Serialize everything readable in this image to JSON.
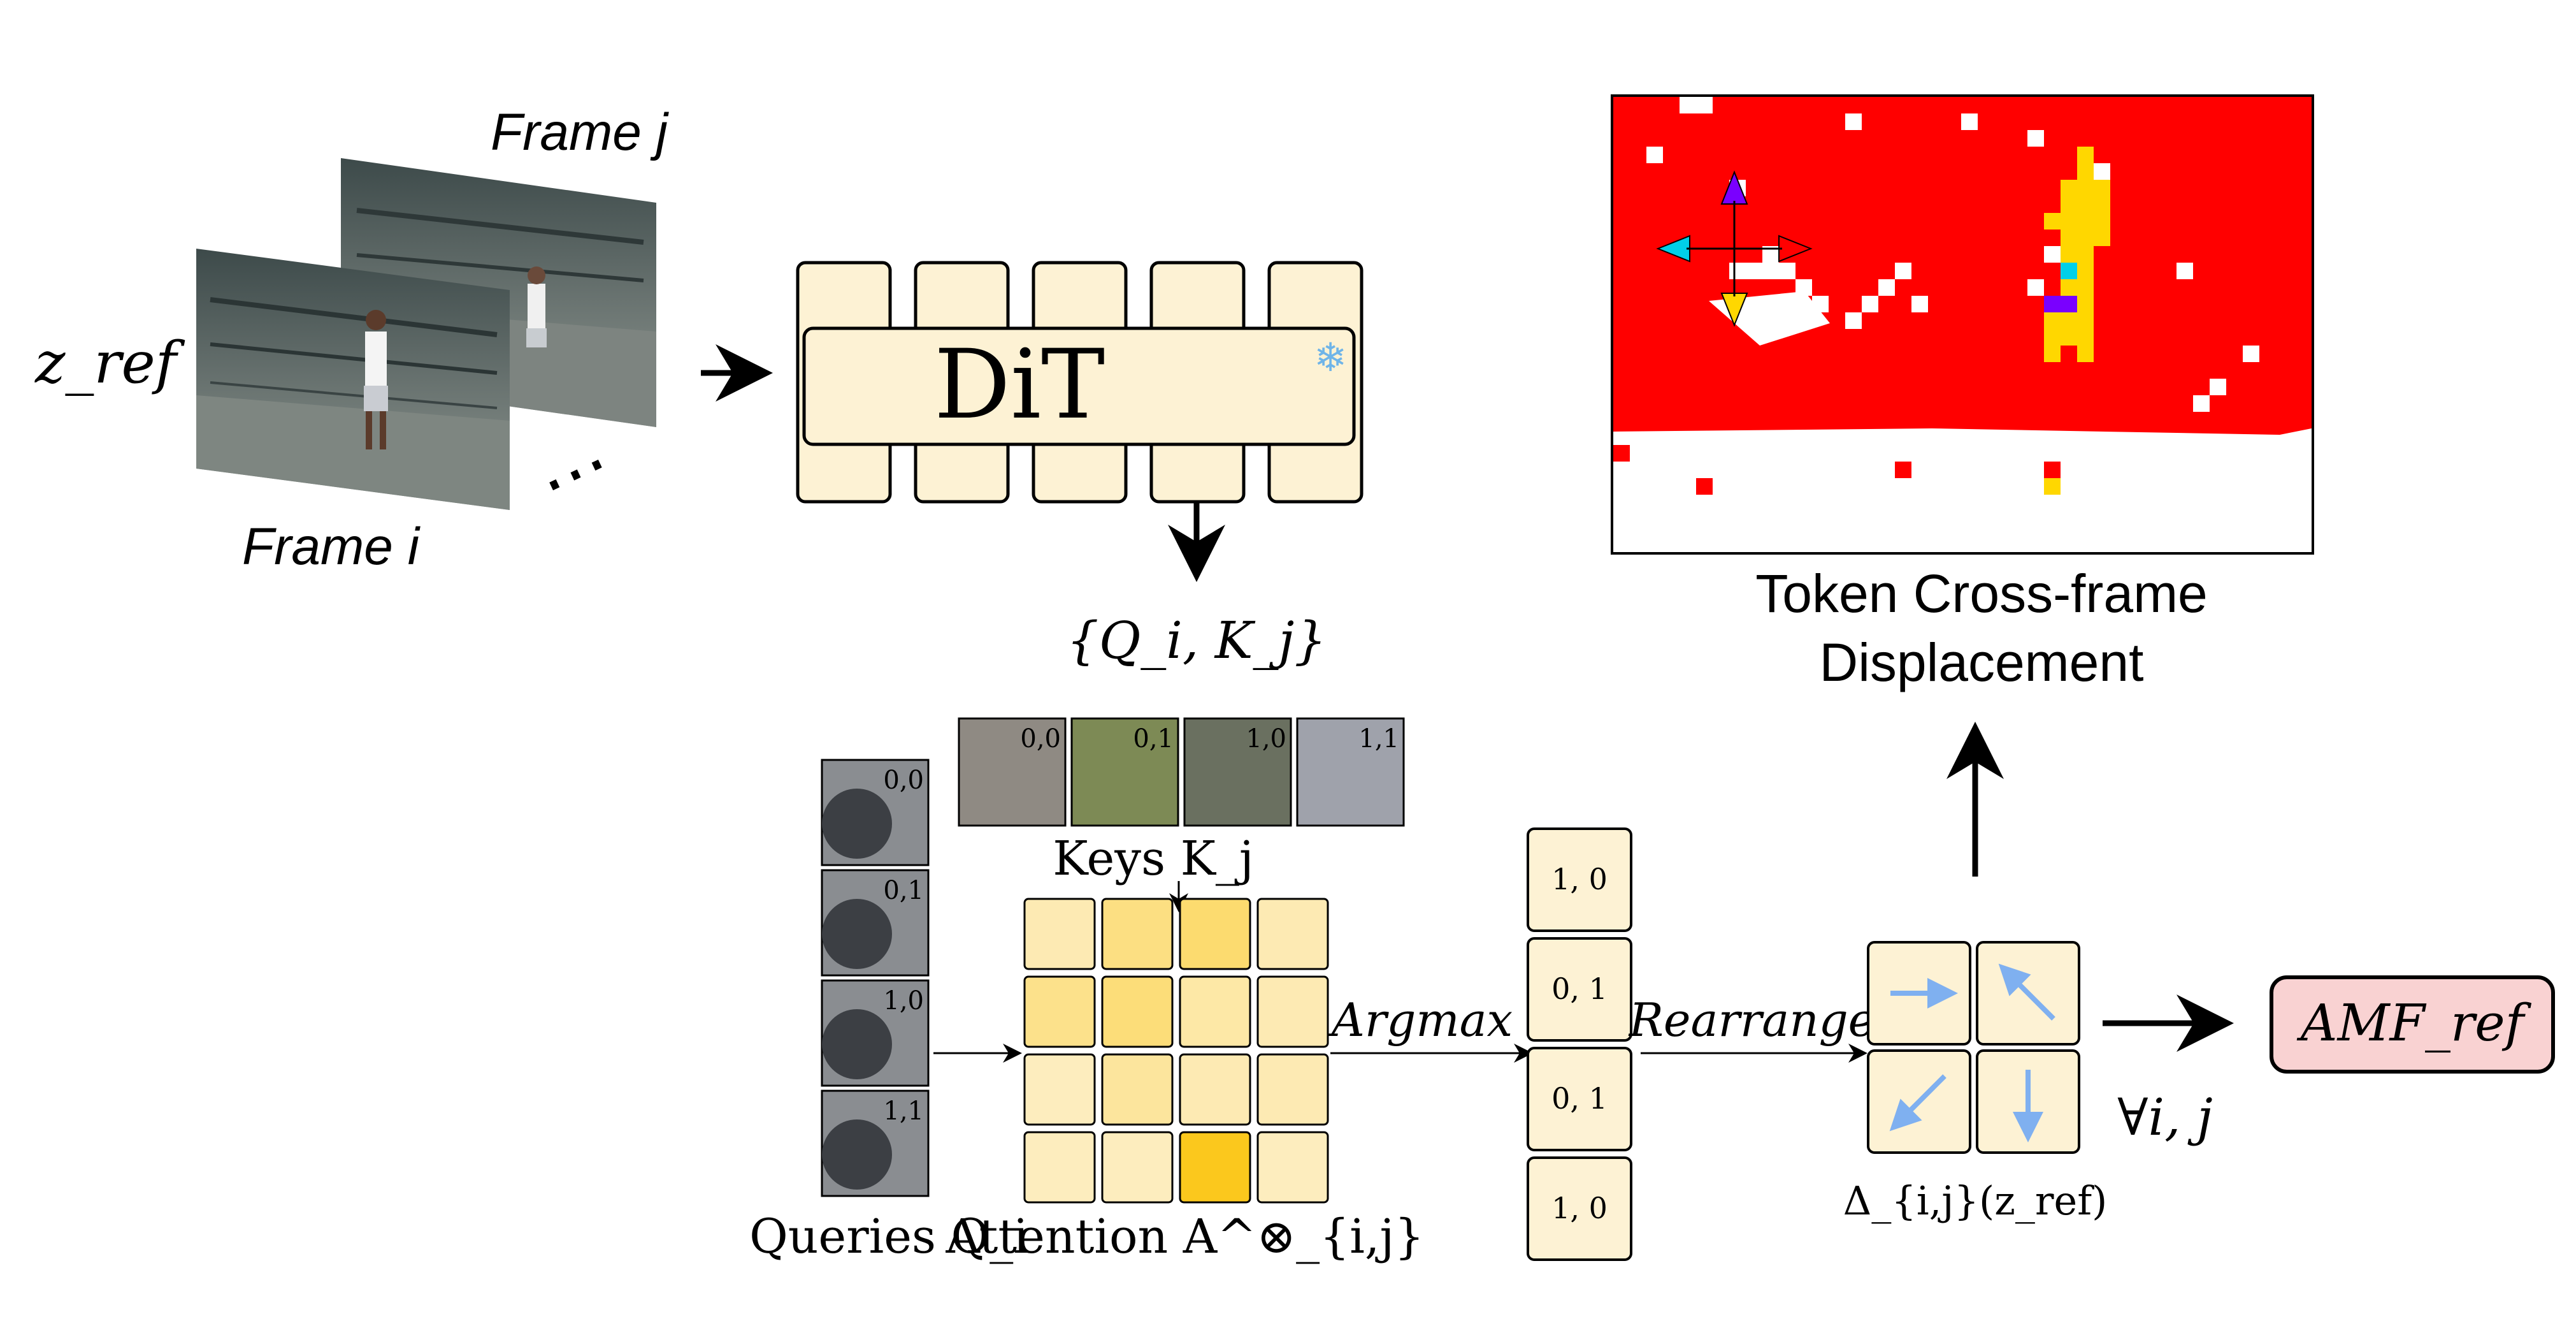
{
  "frames": {
    "frame_j_label": "Frame j",
    "frame_i_label": "Frame i",
    "z_ref_label": "z_ref",
    "more_marker": "⋯"
  },
  "dit": {
    "label": "DiT",
    "frozen_icon": "snowflake-icon",
    "output_label": "{Q_i, K_j}"
  },
  "keys": {
    "caption": "Keys K_j",
    "cells": [
      "0,0",
      "0,1",
      "1,0",
      "1,1"
    ]
  },
  "queries": {
    "caption": "Queries Q_i",
    "cells": [
      "0,0",
      "0,1",
      "1,0",
      "1,1"
    ]
  },
  "attention": {
    "caption": "Attention A^⊗_{i,j}",
    "levels": [
      [
        0.18,
        0.45,
        0.55,
        0.18
      ],
      [
        0.4,
        0.5,
        0.25,
        0.18
      ],
      [
        0.12,
        0.3,
        0.18,
        0.18
      ],
      [
        0.12,
        0.12,
        1.0,
        0.12
      ]
    ]
  },
  "argmax": {
    "label": "Argmax",
    "values": [
      "1, 0",
      "0, 1",
      "0, 1",
      "1, 0"
    ]
  },
  "rearrange": {
    "label": "Rearrange",
    "arrows": [
      "right",
      "up-left",
      "down-left",
      "down"
    ],
    "caption": "Δ_{i,j}(z_ref)",
    "forall": "∀i, j"
  },
  "output": {
    "label": "AMF_ref"
  },
  "displacement": {
    "title_line1": "Token Cross-frame",
    "title_line2": "Displacement"
  },
  "colors": {
    "cream": "#fdf2d4",
    "attention_base": "#fdf2d4",
    "attention_peak": "#fbc81d",
    "displacement_red": "#ff0000",
    "displacement_yellow": "#ffd700",
    "displacement_blue": "#7a00ff",
    "displacement_cyan": "#00d0e8",
    "arrow_blue": "#7fb0f0",
    "output_fill": "#f9d2d2"
  }
}
